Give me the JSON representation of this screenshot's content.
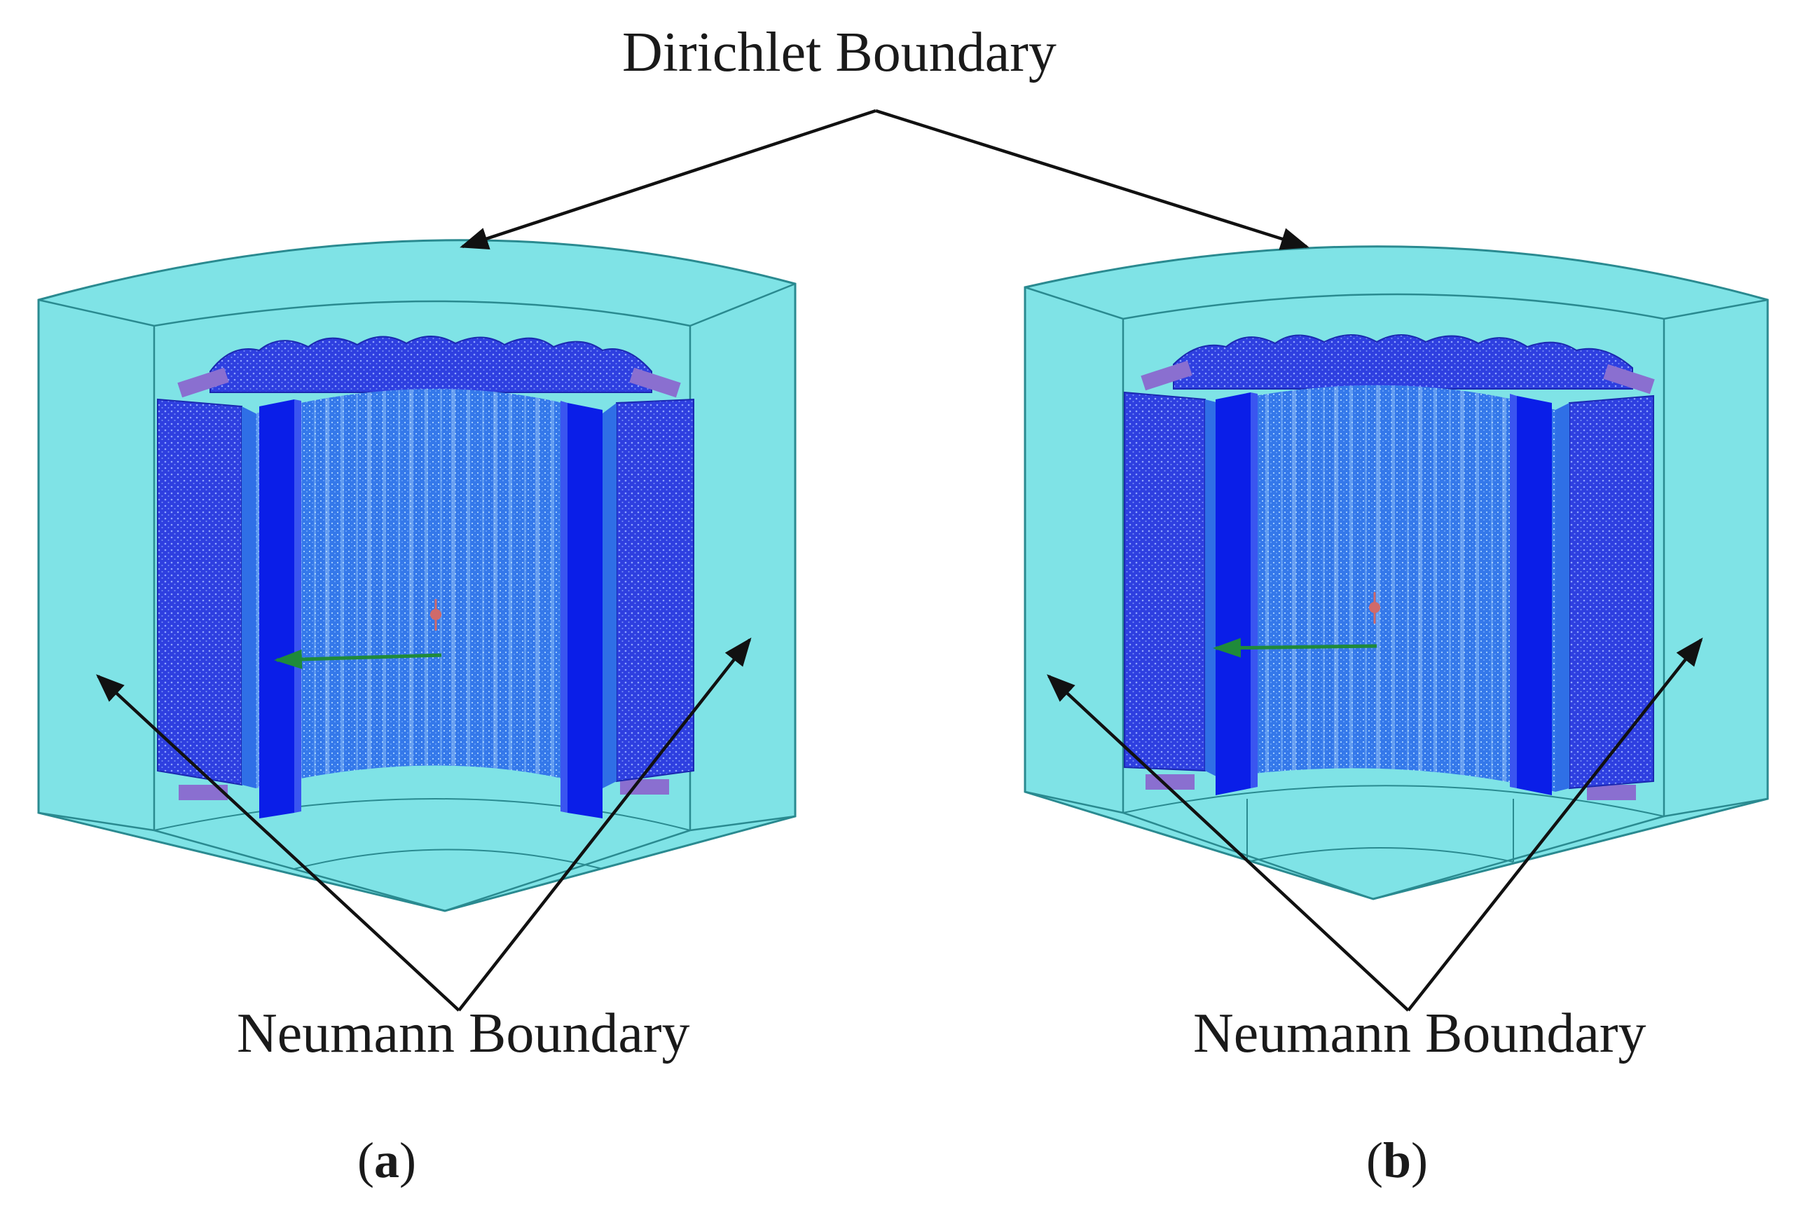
{
  "labels": {
    "dirichlet": "Dirichlet Boundary",
    "neumann_left": "Neumann Boundary",
    "neumann_right": "Neumann Boundary"
  },
  "panels": [
    {
      "open": "(",
      "letter": "a",
      "close": ")"
    },
    {
      "open": "(",
      "letter": "b",
      "close": ")"
    }
  ],
  "colors": {
    "air_fill": "#7fe3e6",
    "air_edge": "#2a8a90",
    "stator_teeth": "#1f2fd6",
    "rotor_face": "#2f6fe6",
    "slot_bar": "#0a1ee8",
    "arrow": "#111111",
    "text": "#1a1a1a"
  }
}
